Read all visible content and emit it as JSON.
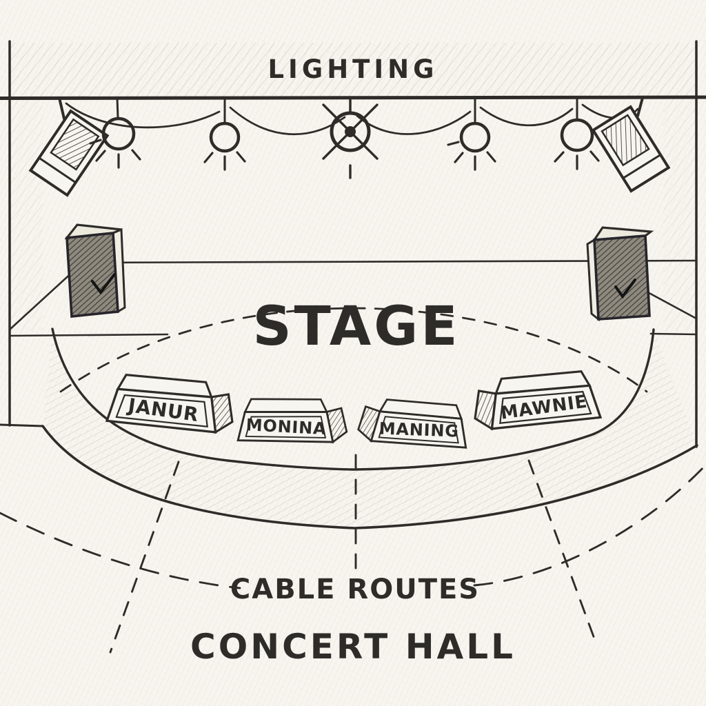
{
  "scene": {
    "title": "Concert hall stage sketch",
    "labels": {
      "lighting": "LIGHTING",
      "stage": "STAGE",
      "cable_routes": "CABLE ROUTES",
      "concert_hall": "CONCERT HALL"
    },
    "wedges": [
      {
        "label": "JANUR"
      },
      {
        "label": "MONINA"
      },
      {
        "label": "MANING"
      },
      {
        "label": "MAWNIE"
      }
    ],
    "icons": {
      "hanging_lights": "stage-light-icon",
      "center_light": "crossed-stage-light-icon",
      "left_can": "spotlight-can-icon",
      "right_can": "spotlight-can-icon",
      "left_speaker": "speaker-cabinet-icon",
      "right_speaker": "speaker-cabinet-icon",
      "cable_routes": "dashed-cable-route-line"
    },
    "colors": {
      "ink": "#2e2c29",
      "paper": "#f7f5ef",
      "speaker_shade": "#8f8a80",
      "pencil_shade": "#9a927f"
    }
  }
}
